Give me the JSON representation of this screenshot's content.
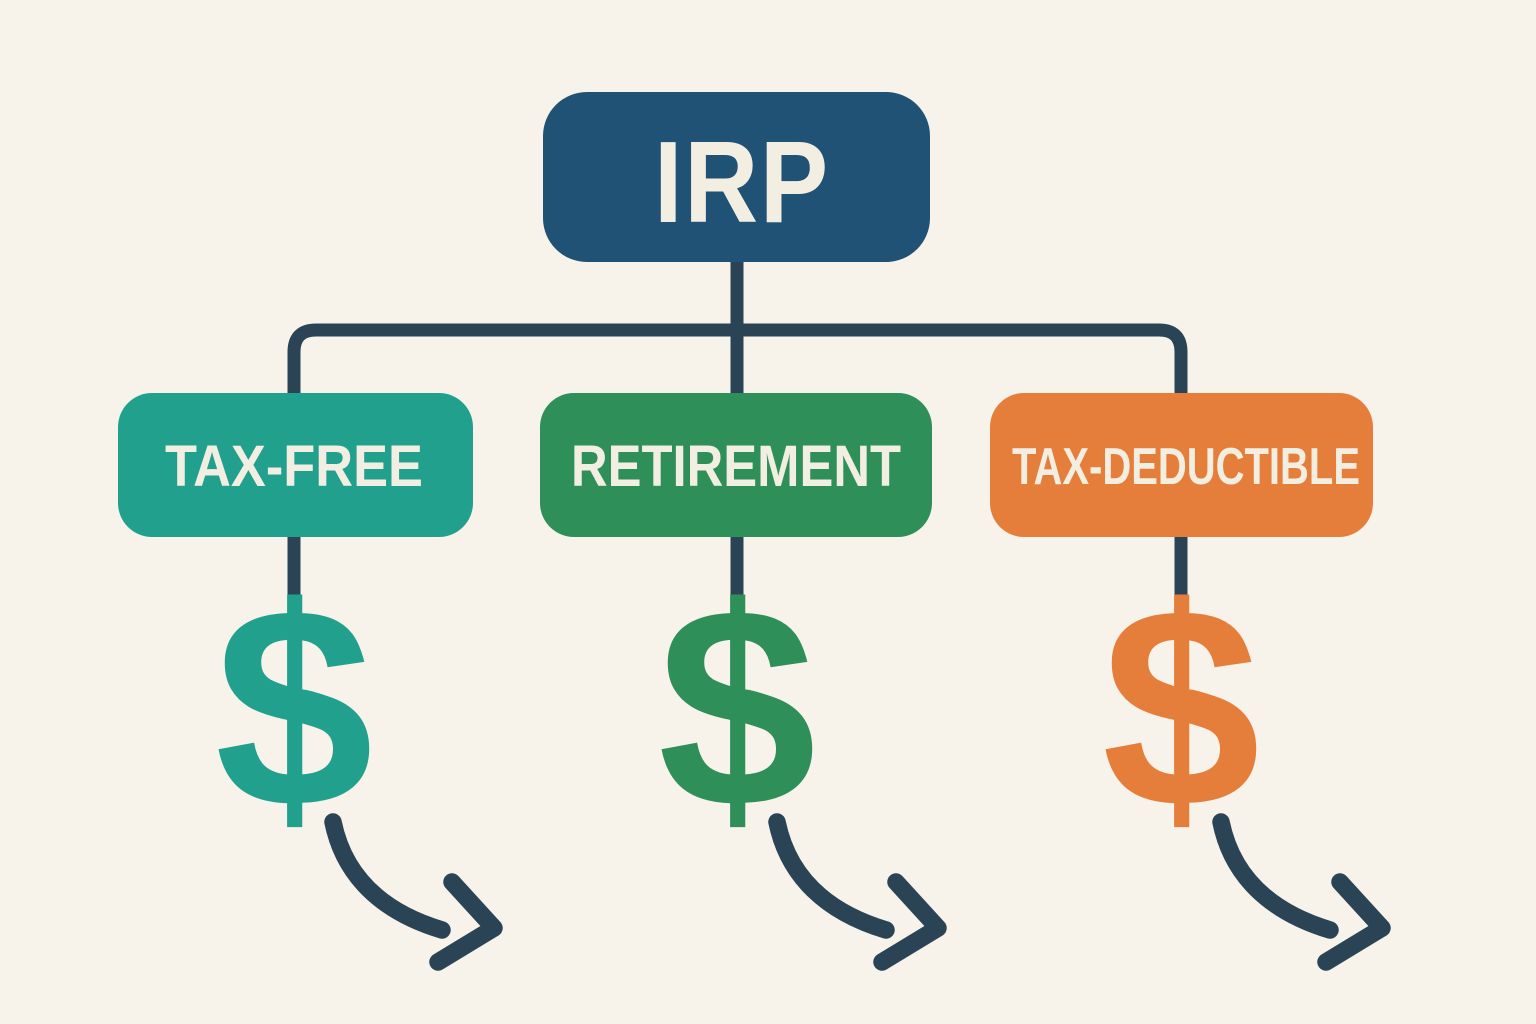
{
  "diagram": {
    "background": "#f8f3ea",
    "connector_color": "#2b4455",
    "arrow_color": "#2b4455",
    "text_color": "#f3eee2",
    "root": {
      "label": "IRP",
      "fill": "#1f5274"
    },
    "branches": [
      {
        "label": "TAX-FREE",
        "fill": "#21a18d",
        "dollar_glyph": "$",
        "dollar_color": "#21a18d",
        "arrow_direction": "down-right"
      },
      {
        "label": "RETIREMENT",
        "fill": "#2f8f58",
        "dollar_glyph": "$",
        "dollar_color": "#2f8f58",
        "arrow_direction": "down-right"
      },
      {
        "label": "TAX-DEDUCTIBLE",
        "fill": "#e67e3b",
        "dollar_glyph": "$",
        "dollar_color": "#e67e3b",
        "arrow_direction": "down-right"
      }
    ]
  }
}
